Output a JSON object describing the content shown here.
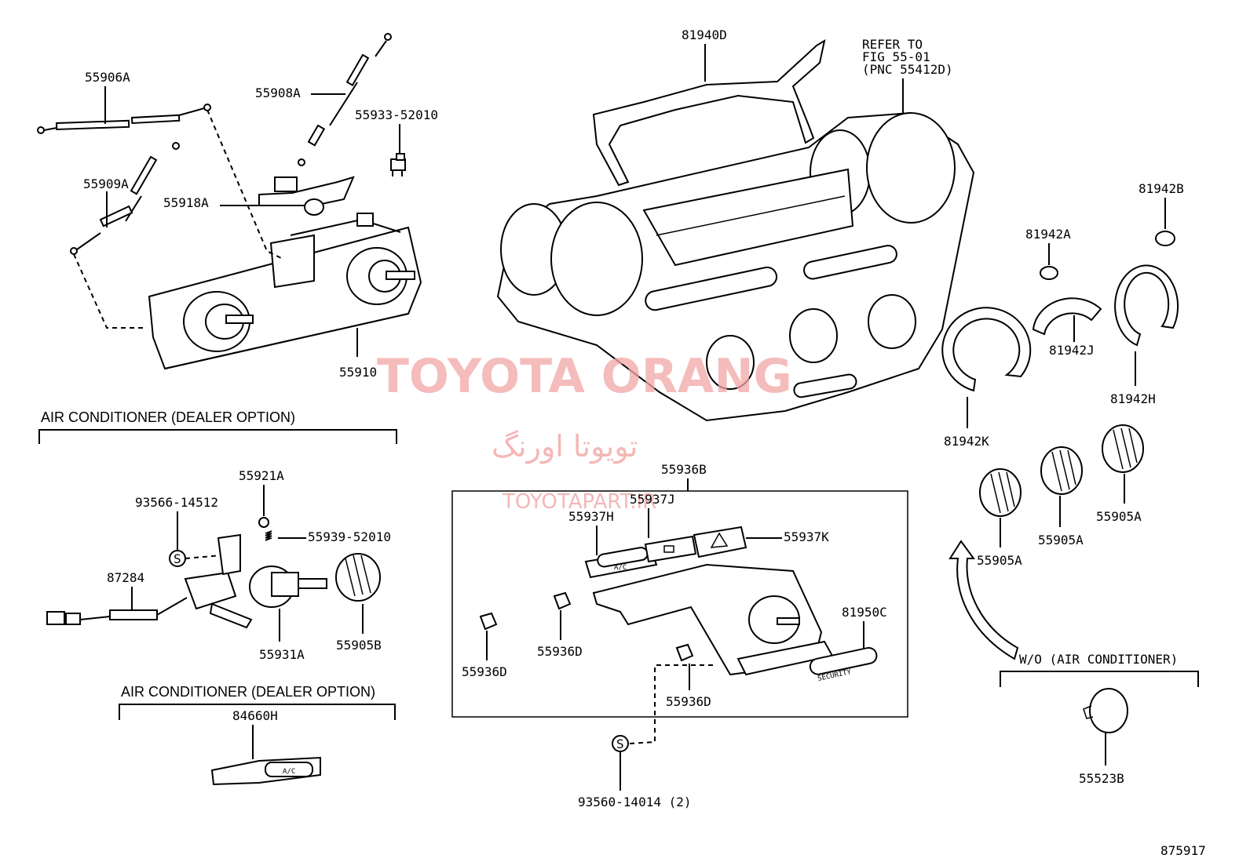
{
  "diagram": {
    "figure_number": "875917",
    "labels": {
      "p55906A": "55906A",
      "p55908A": "55908A",
      "p55933": "55933-52010",
      "p55909A": "55909A",
      "p55918A": "55918A",
      "p55910": "55910",
      "p81940D": "81940D",
      "refer1": "REFER TO",
      "refer2": "FIG 55-01",
      "refer3": "(PNC 55412D)",
      "p81942B": "81942B",
      "p81942A": "81942A",
      "p81942J": "81942J",
      "p81942H": "81942H",
      "p81942K": "81942K",
      "p55921A": "55921A",
      "p93566": "93566-14512",
      "p55939": "55939-52010",
      "p87284": "87284",
      "p55931A": "55931A",
      "p55905B": "55905B",
      "p84660H": "84660H",
      "p55936B": "55936B",
      "p55937J": "55937J",
      "p55937H": "55937H",
      "p55937K": "55937K",
      "p81950C": "81950C",
      "p55936D_a": "55936D",
      "p55936D_b": "55936D",
      "p55936D_c": "55936D",
      "p93560": "93560-14014 (2)",
      "p55905A_a": "55905A",
      "p55905A_b": "55905A",
      "p55905A_c": "55905A",
      "p55523B": "55523B",
      "s_mark_a": "S",
      "s_mark_b": "S",
      "ac_text_a": "A/C",
      "ac_text_b": "A/C",
      "security_text": "SECURITY"
    },
    "sections": {
      "ac_dealer_option_1": "AIR CONDITIONER (DEALER OPTION)",
      "ac_dealer_option_2": "AIR CONDITIONER (DEALER OPTION)",
      "wo_ac": "W/O (AIR CONDITIONER)"
    },
    "watermark": {
      "brand": "TOYOTA ORANG",
      "persian": "تویوتا اورنگ",
      "url": "TOYOTAPART.IR"
    }
  }
}
